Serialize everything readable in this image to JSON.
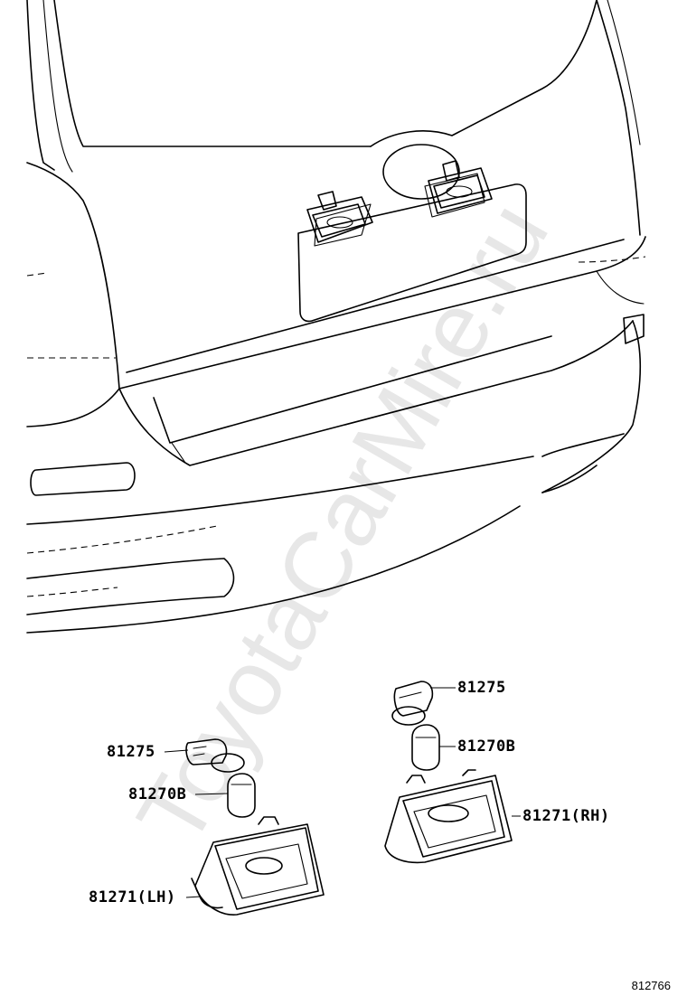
{
  "watermark": "ToyotaCarMire.ru",
  "diagram_code": "812766",
  "callouts": {
    "lh_socket": "81275",
    "lh_bulb": "81270B",
    "lh_lamp": "81271(LH)",
    "rh_socket": "81275",
    "rh_bulb": "81270B",
    "rh_lamp": "81271(RH)"
  }
}
